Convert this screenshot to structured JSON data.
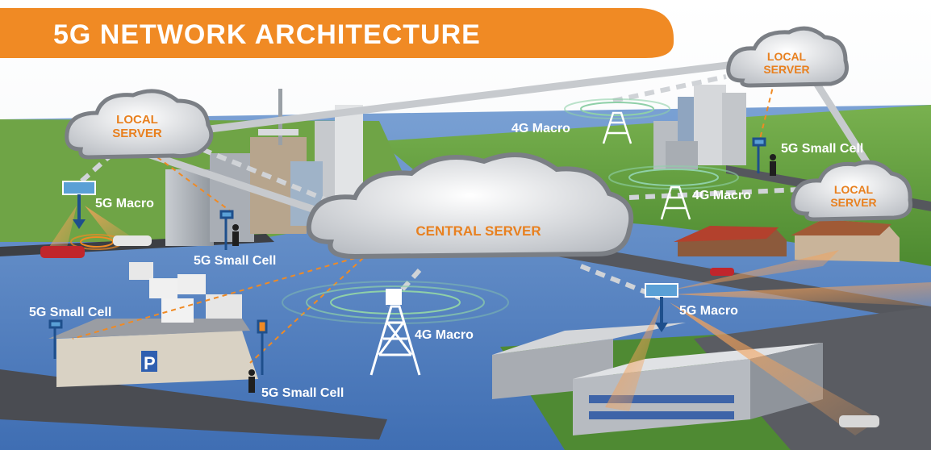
{
  "title": "5G NETWORK ARCHITECTURE",
  "central_server": {
    "label": "CENTRAL SERVER"
  },
  "local_servers": [
    {
      "line1": "LOCAL",
      "line2": "SERVER"
    },
    {
      "line1": "LOCAL",
      "line2": "SERVER"
    },
    {
      "line1": "LOCAL",
      "line2": "SERVER"
    }
  ],
  "labels": {
    "macro_5g_left": "5G Macro",
    "small_cell_city": "5G Small Cell",
    "small_cell_left": "5G Small Cell",
    "small_cell_bottom": "5G Small Cell",
    "macro_4g_center": "4G Macro",
    "macro_4g_top": "4G Macro",
    "small_cell_right": "5G Small Cell",
    "macro_4g_right": "4G Macro",
    "macro_5g_right": "5G Macro"
  },
  "colors": {
    "banner": "#f08a24",
    "ocean": "#5b86c4",
    "grass": "#5f9a3c",
    "cloud": "#cfd2d6",
    "accent_orange": "#e8801f"
  }
}
